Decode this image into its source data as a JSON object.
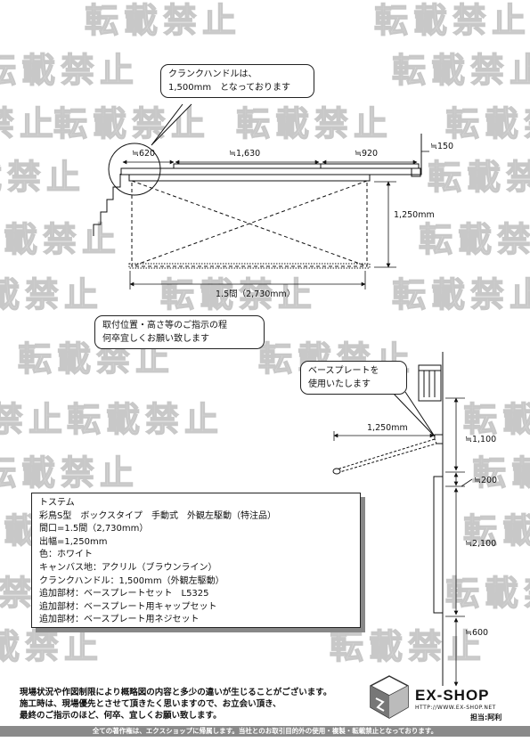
{
  "watermark": "転載禁止",
  "callouts": {
    "crank": [
      "クランクハンドルは、",
      "1,500mm　となっております"
    ],
    "position": [
      "取付位置・高さ等のご指示の程",
      "何卒宜しくお願い致します"
    ],
    "baseplate": [
      "ベースプレートを",
      "使用いたします"
    ]
  },
  "dimensions": {
    "d620": "≒620",
    "d1630": "≒1,630",
    "d920": "≒920",
    "d150": "≒150",
    "d1250_height": "1,250mm",
    "width": "1.5間（2,730mm）",
    "projection": "1,250mm",
    "d1100": "≒1,100",
    "d200": "≒200",
    "d2100": "≒2,100",
    "d600": "≒600"
  },
  "spec": [
    "トステム",
    "彩鳥S型　ボックスタイプ　手動式　外観左駆動（特注品）",
    "間口=1.5間（2,730mm）",
    "出幅=1,250mm",
    "色：ホワイト",
    "キャンバス地：アクリル（ブラウンライン）",
    "クランクハンドル：1,500mm（外観左駆動）",
    "追加部材：ベースプレートセット　L5325",
    "追加部材：ベースプレート用キャップセット",
    "追加部材：ベースプレート用ネジセット"
  ],
  "notes": [
    "現場状況や作図制限により概略図の内容と多少の違いが生じることがございます。",
    "施工時は、現場優先とさせて頂きたく思いますので、お立会い頂き、",
    "最終のご指示のほど、何卒、宜しくお願い致します。"
  ],
  "logo": {
    "name": "EX-SHOP",
    "url": "HTTP://WWW.EX-SHOP.NET",
    "staff": "担当:阿利"
  },
  "footer": "全ての著作権は、エクスショップに帰属します。当社とのお取引目的外の使用・複製・転載禁止となっております。"
}
